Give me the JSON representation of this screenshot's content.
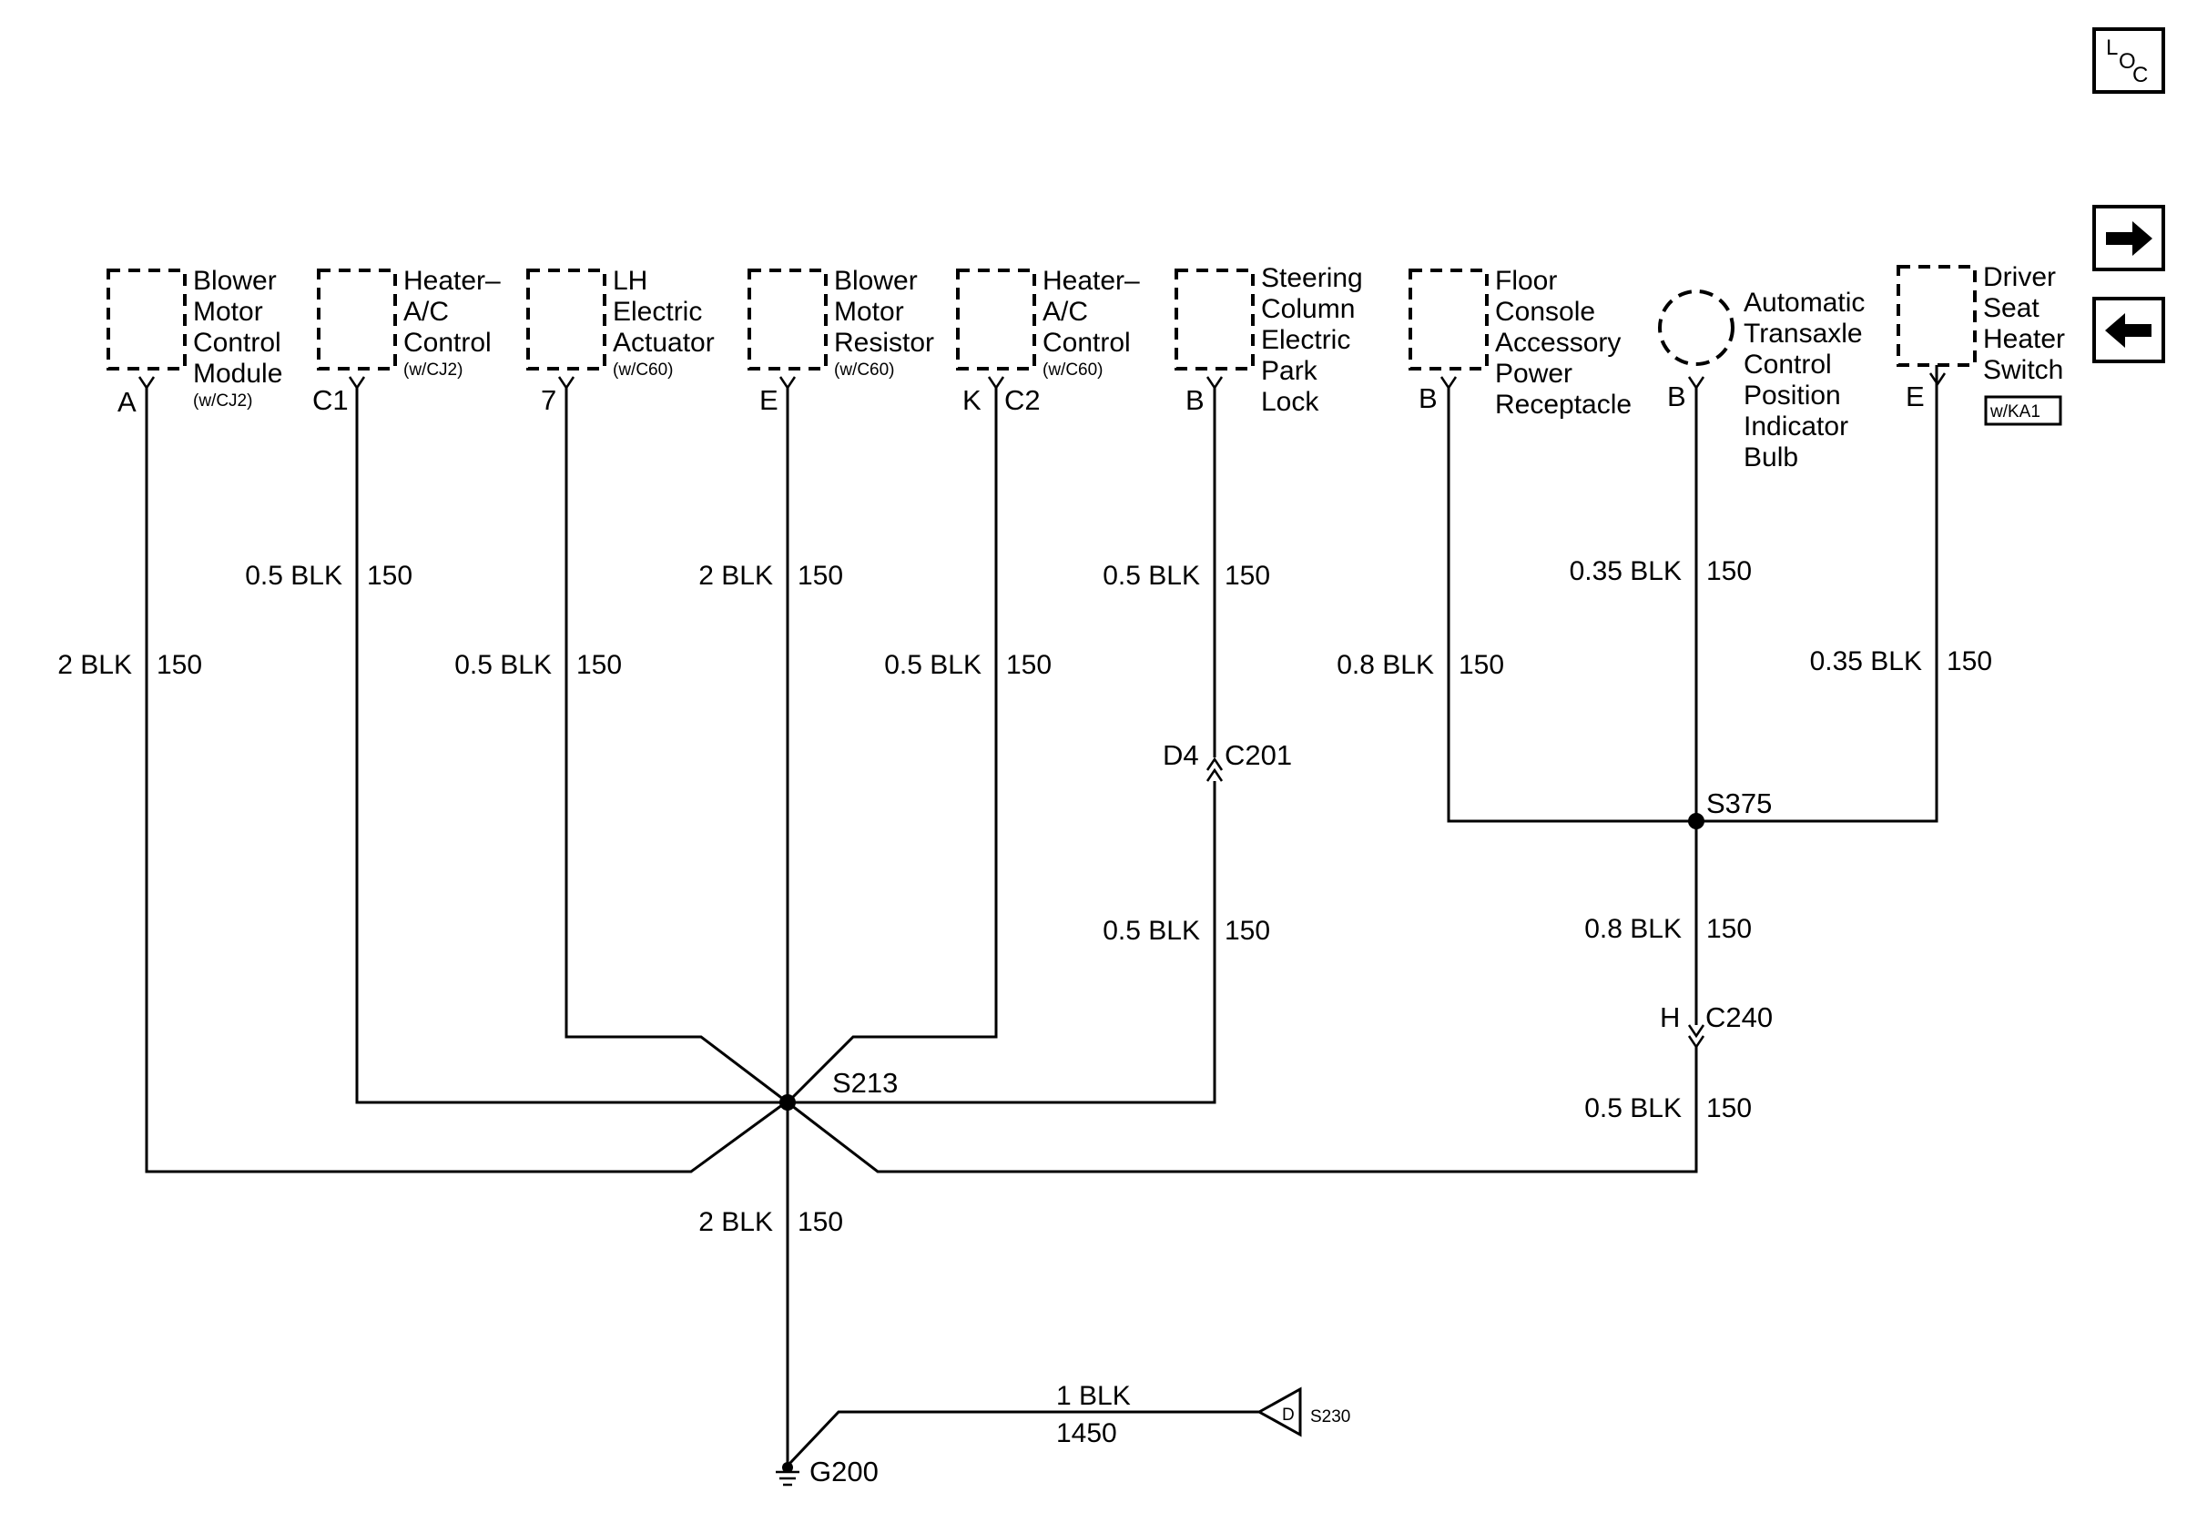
{
  "components": [
    {
      "lines": [
        "Blower",
        "Motor",
        "Control",
        "Module"
      ],
      "option": "(w/CJ2)",
      "pin": "A"
    },
    {
      "lines": [
        "Heater–",
        "A/C",
        "Control"
      ],
      "option": "(w/CJ2)",
      "pin": "C1"
    },
    {
      "lines": [
        "LH",
        "Electric",
        "Actuator"
      ],
      "option": "(w/C60)",
      "pin": "7"
    },
    {
      "lines": [
        "Blower",
        "Motor",
        "Resistor"
      ],
      "option": "(w/C60)",
      "pin": "E"
    },
    {
      "lines": [
        "Heater–",
        "A/C",
        "Control"
      ],
      "option": "(w/C60)",
      "pin": "K",
      "pin2": "C2"
    },
    {
      "lines": [
        "Steering",
        "Column",
        "Electric",
        "Park",
        "Lock"
      ],
      "option": "",
      "pin": "B"
    },
    {
      "lines": [
        "Floor",
        "Console",
        "Accessory",
        "Power",
        "Receptacle"
      ],
      "option": "",
      "pin": "B"
    },
    {
      "lines": [
        "Automatic",
        "Transaxle",
        "Control",
        "Position",
        "Indicator",
        "Bulb"
      ],
      "option": "",
      "pin": "B"
    },
    {
      "lines": [
        "Driver",
        "Seat",
        "Heater",
        "Switch"
      ],
      "option": "",
      "pin": "E",
      "badge": "w/KA1"
    }
  ],
  "wires": [
    {
      "size": "2 BLK",
      "circuit": "150"
    },
    {
      "size": "0.5 BLK",
      "circuit": "150"
    },
    {
      "size": "0.5 BLK",
      "circuit": "150"
    },
    {
      "size": "2 BLK",
      "circuit": "150"
    },
    {
      "size": "0.5 BLK",
      "circuit": "150"
    },
    {
      "size": "0.5 BLK",
      "circuit": "150"
    },
    {
      "size": "0.5 BLK",
      "circuit": "150"
    },
    {
      "size": "0.8 BLK",
      "circuit": "150"
    },
    {
      "size": "0.35 BLK",
      "circuit": "150"
    },
    {
      "size": "0.35 BLK",
      "circuit": "150"
    },
    {
      "size": "0.8 BLK",
      "circuit": "150"
    },
    {
      "size": "0.5 BLK",
      "circuit": "150"
    },
    {
      "size": "2 BLK",
      "circuit": "150"
    },
    {
      "size": "1 BLK",
      "circuit": "1450"
    }
  ],
  "connectors": {
    "c201": {
      "pin": "D4",
      "name": "C201"
    },
    "c240": {
      "pin": "H",
      "name": "C240"
    }
  },
  "splices": {
    "s213": "S213",
    "s375": "S375",
    "s230": "S230",
    "s230_letter": "D"
  },
  "ground": "G200",
  "icons": {
    "loc": {
      "l": "L",
      "o": "O",
      "c": "C"
    },
    "next": "arrow-right-icon",
    "prev": "arrow-left-icon"
  }
}
